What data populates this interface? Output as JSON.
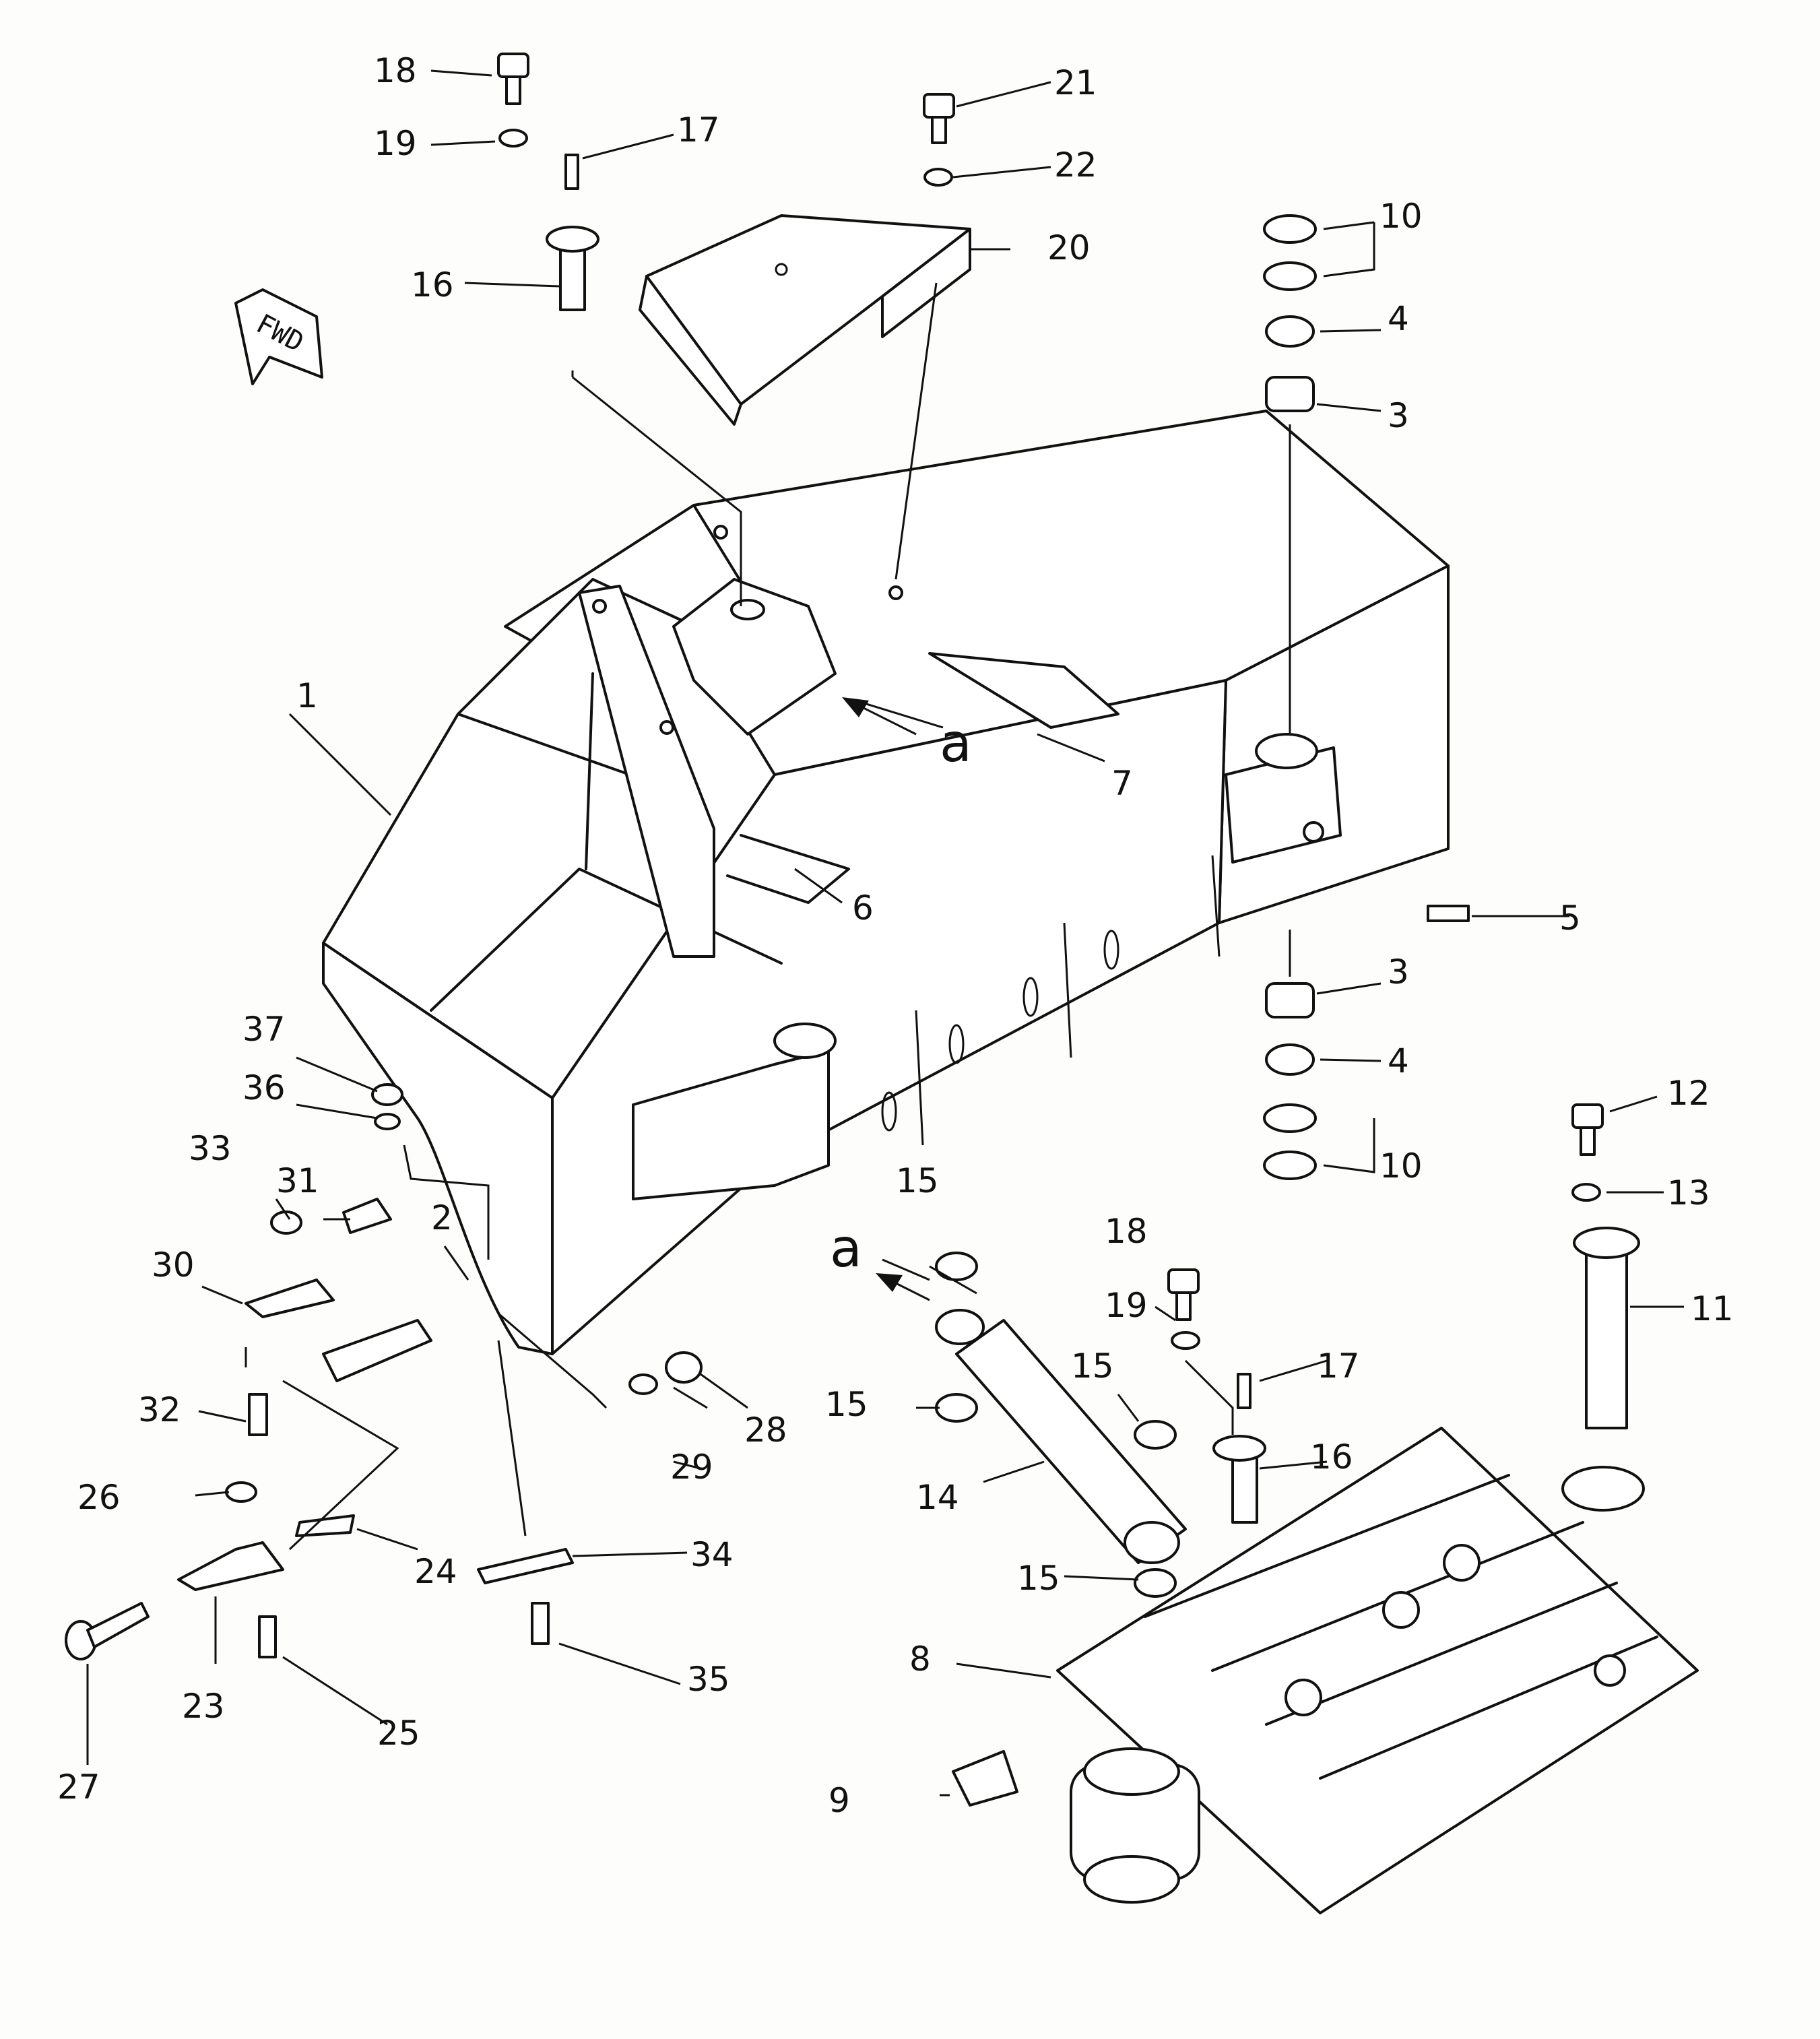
{
  "diagram": {
    "fwd_badge": "FWD",
    "view_marker": "a",
    "callouts": [
      {
        "id": "c1",
        "text": "1"
      },
      {
        "id": "c2",
        "text": "2"
      },
      {
        "id": "c3a",
        "text": "3"
      },
      {
        "id": "c3b",
        "text": "3"
      },
      {
        "id": "c4a",
        "text": "4"
      },
      {
        "id": "c4b",
        "text": "4"
      },
      {
        "id": "c5",
        "text": "5"
      },
      {
        "id": "c6",
        "text": "6"
      },
      {
        "id": "c7",
        "text": "7"
      },
      {
        "id": "c8",
        "text": "8"
      },
      {
        "id": "c9",
        "text": "9"
      },
      {
        "id": "c10a",
        "text": "10"
      },
      {
        "id": "c10b",
        "text": "10"
      },
      {
        "id": "c11",
        "text": "11"
      },
      {
        "id": "c12",
        "text": "12"
      },
      {
        "id": "c13",
        "text": "13"
      },
      {
        "id": "c14",
        "text": "14"
      },
      {
        "id": "c15a",
        "text": "15"
      },
      {
        "id": "c15b",
        "text": "15"
      },
      {
        "id": "c15c",
        "text": "15"
      },
      {
        "id": "c15d",
        "text": "15"
      },
      {
        "id": "c16a",
        "text": "16"
      },
      {
        "id": "c16b",
        "text": "16"
      },
      {
        "id": "c17a",
        "text": "17"
      },
      {
        "id": "c17b",
        "text": "17"
      },
      {
        "id": "c18a",
        "text": "18"
      },
      {
        "id": "c18b",
        "text": "18"
      },
      {
        "id": "c19a",
        "text": "19"
      },
      {
        "id": "c19b",
        "text": "19"
      },
      {
        "id": "c20",
        "text": "20"
      },
      {
        "id": "c21",
        "text": "21"
      },
      {
        "id": "c22",
        "text": "22"
      },
      {
        "id": "c23",
        "text": "23"
      },
      {
        "id": "c24",
        "text": "24"
      },
      {
        "id": "c25",
        "text": "25"
      },
      {
        "id": "c26",
        "text": "26"
      },
      {
        "id": "c27",
        "text": "27"
      },
      {
        "id": "c28",
        "text": "28"
      },
      {
        "id": "c29",
        "text": "29"
      },
      {
        "id": "c30",
        "text": "30"
      },
      {
        "id": "c31",
        "text": "31"
      },
      {
        "id": "c32",
        "text": "32"
      },
      {
        "id": "c33",
        "text": "33"
      },
      {
        "id": "c34",
        "text": "34"
      },
      {
        "id": "c35",
        "text": "35"
      },
      {
        "id": "c36",
        "text": "36"
      },
      {
        "id": "c37",
        "text": "37"
      }
    ]
  }
}
